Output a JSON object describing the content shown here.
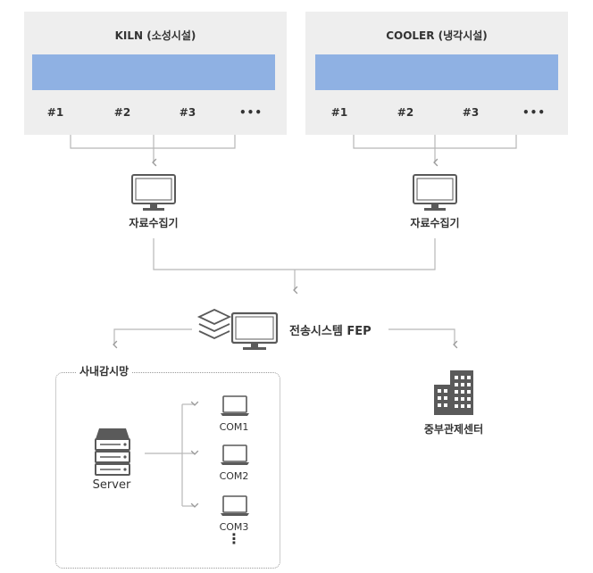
{
  "kiln": {
    "title": "KILN (소성시설)",
    "slots": [
      "#1",
      "#2",
      "#3",
      "•••"
    ]
  },
  "cooler": {
    "title": "COOLER (냉각시설)",
    "slots": [
      "#1",
      "#2",
      "#3",
      "•••"
    ]
  },
  "collector_left": {
    "label": "자료수집기"
  },
  "collector_right": {
    "label": "자료수집기"
  },
  "fep": {
    "label": "전송시스템 FEP"
  },
  "internal_monitoring": {
    "title": "사내감시망",
    "server_label": "Server",
    "coms": [
      "COM1",
      "COM2",
      "COM3"
    ],
    "more": "⋮"
  },
  "central_control": {
    "label": "중부관제센터"
  },
  "colors": {
    "panel_bg": "#eeeeee",
    "bar": "#8fb1e3",
    "line": "#b0b0b0",
    "icon": "#5a5a5a"
  }
}
